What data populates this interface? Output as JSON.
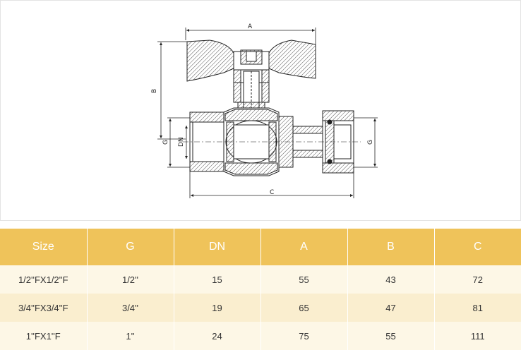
{
  "drawing": {
    "labels": {
      "a": "A",
      "b": "B",
      "c": "C",
      "g_left": "G",
      "dn": "DN",
      "g_right": "G"
    },
    "colors": {
      "hatch": "#555555",
      "line": "#222222"
    }
  },
  "table": {
    "headers": [
      "Size",
      "G",
      "DN",
      "A",
      "B",
      "C"
    ],
    "rows": [
      [
        "1/2''FX1/2''F",
        "1/2''",
        "15",
        "55",
        "43",
        "72"
      ],
      [
        "3/4''FX3/4''F",
        "3/4''",
        "19",
        "65",
        "47",
        "81"
      ],
      [
        "1''FX1''F",
        "1''",
        "24",
        "75",
        "55",
        "111"
      ]
    ],
    "colors": {
      "header_bg": "#efc35a",
      "row_odd": "#fdf7e6",
      "row_even": "#faeecf"
    }
  }
}
